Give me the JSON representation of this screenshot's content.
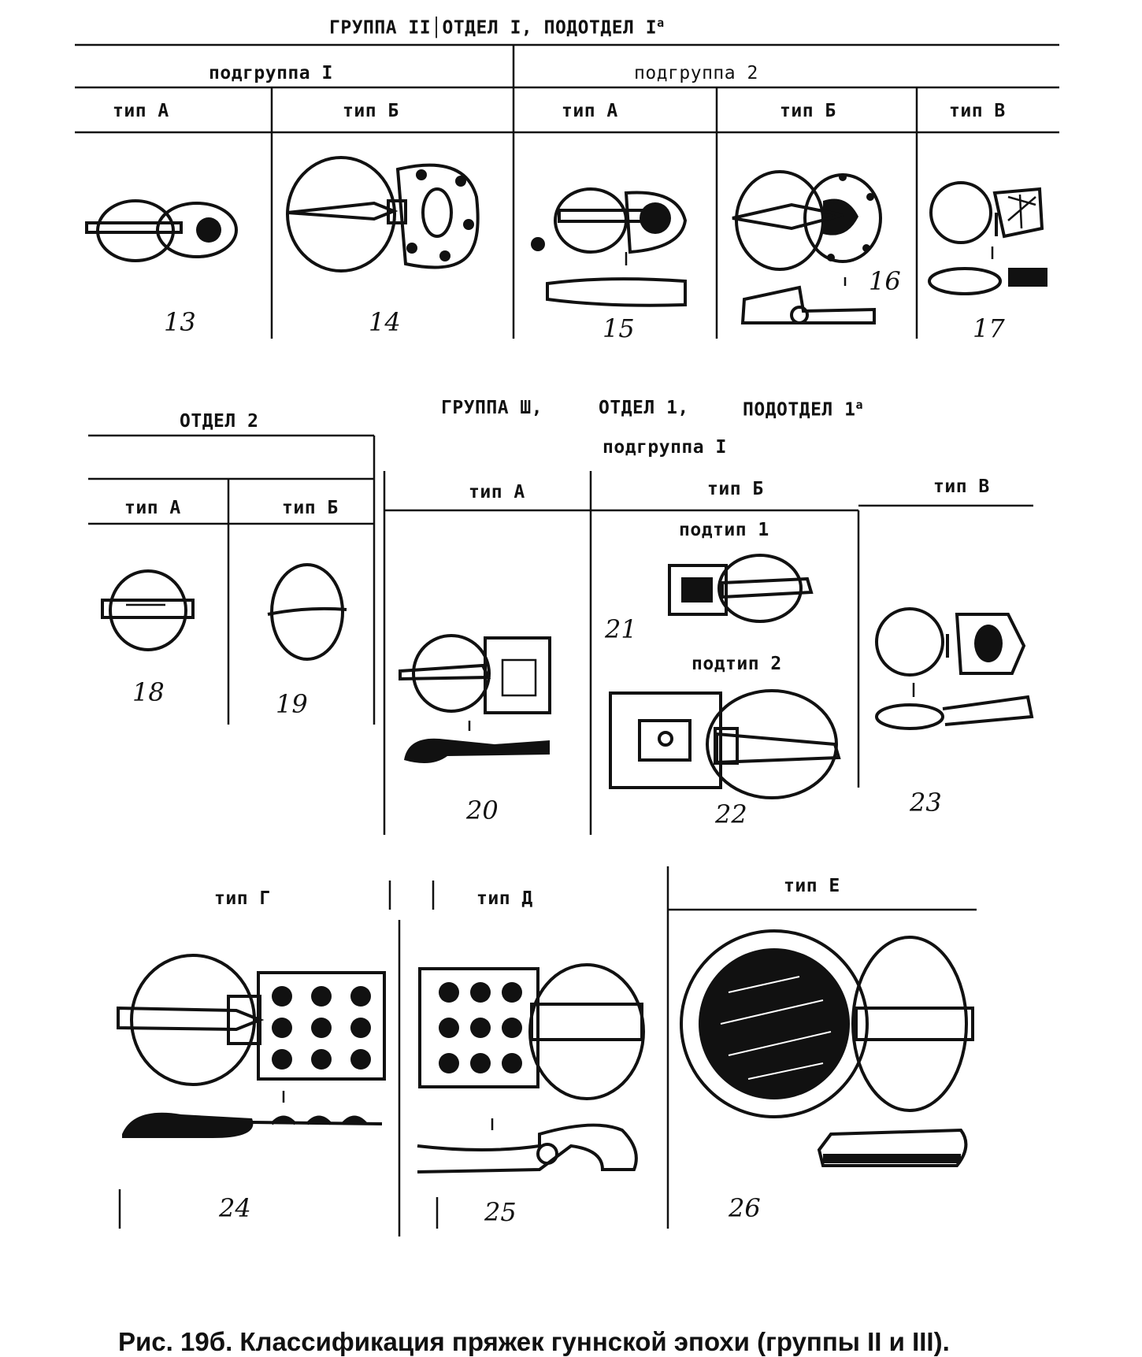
{
  "header_top": {
    "group_title": "ГРУППА II",
    "division": "ОТДЕЛ I, ПОДОТДЕЛ I",
    "division_sup": "a",
    "subgroups": [
      "подгруппа I",
      "подгруппа 2"
    ],
    "types": [
      "тип А",
      "тип Б",
      "тип А",
      "тип Б",
      "тип В"
    ]
  },
  "header_middle": {
    "division2": "ОТДЕЛ 2",
    "division2_types": [
      "тип А",
      "тип Б"
    ],
    "group3_title": "ГРУППА Ш,",
    "group3_division": "ОТДЕЛ 1,",
    "group3_subdivision": "ПОДОТДЕЛ 1",
    "group3_sup": "а",
    "group3_subgroup": "подгруппа I",
    "group3_types": [
      "тип А",
      "тип Б",
      "тип В"
    ],
    "subtypes": [
      "подтип 1",
      "подтип 2"
    ]
  },
  "header_bottom": {
    "types": [
      "тип Г",
      "тип Д",
      "тип Е"
    ]
  },
  "figure_numbers": [
    "13",
    "14",
    "15",
    "16",
    "17",
    "18",
    "19",
    "20",
    "21",
    "22",
    "23",
    "24",
    "25",
    "26"
  ],
  "caption": "Рис. 19б. Классификация пряжек гуннской эпохи (группы II и III)."
}
